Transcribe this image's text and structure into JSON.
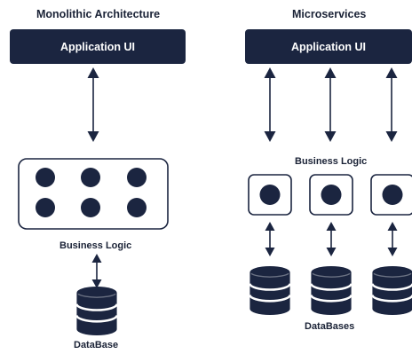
{
  "monolithic": {
    "title": "Monolithic Architecture",
    "ui_label": "Application UI",
    "logic_label": "Business Logic",
    "db_label": "DataBase"
  },
  "microservices": {
    "title": "Microservices",
    "ui_label": "Application UI",
    "logic_label": "Business Logic",
    "db_label": "DataBases"
  },
  "colors": {
    "navy": "#1b2540",
    "ink": "#1a2236",
    "white": "#ffffff"
  }
}
